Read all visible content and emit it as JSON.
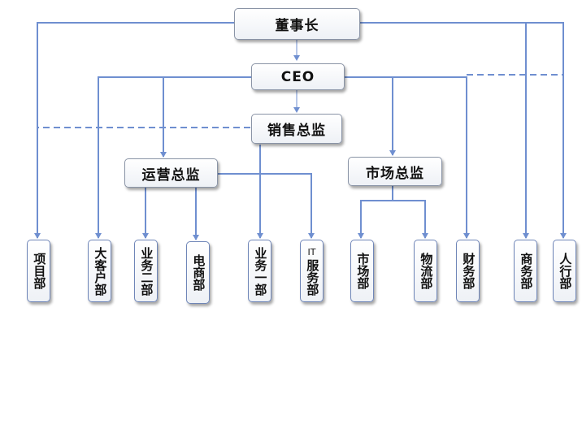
{
  "nodes": {
    "chairman": "董事长",
    "ceo": "CEO",
    "sales_director": "销售总监",
    "ops_director": "运营总监",
    "market_director": "市场总监"
  },
  "departments": {
    "project": "项目部",
    "key_account": "大客户部",
    "business2": "业务二部",
    "ecommerce": "电商部",
    "business1": "业务一部",
    "it_prefix": "IT",
    "it_service": "服务部",
    "market": "市场部",
    "logistics": "物流部",
    "finance": "财务部",
    "commerce": "商务部",
    "hr": "人行部"
  },
  "colors": {
    "connector": "#6f8fd0",
    "border": "#8a94a6"
  }
}
